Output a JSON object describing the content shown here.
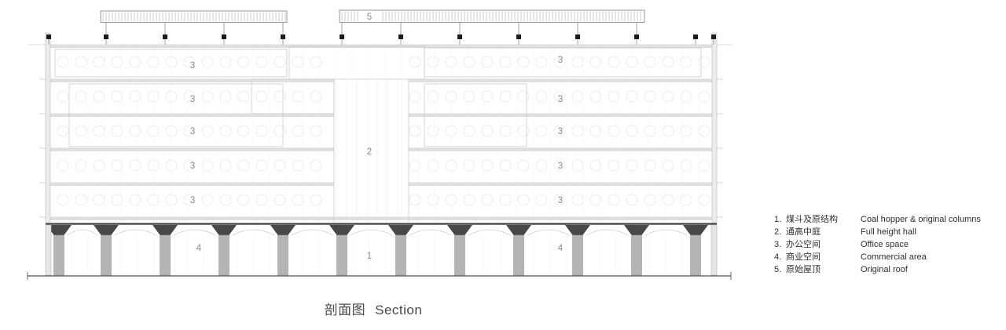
{
  "caption": {
    "zh": "剖面图",
    "en": "Section"
  },
  "legend": {
    "items": [
      {
        "num": "1.",
        "zh": "煤斗及原结构",
        "en": "Coal hopper & original columns"
      },
      {
        "num": "2.",
        "zh": "通高中庭",
        "en": "Full height hall"
      },
      {
        "num": "3.",
        "zh": "办公空间",
        "en": "Office space"
      },
      {
        "num": "4.",
        "zh": "商业空间",
        "en": "Commercial area"
      },
      {
        "num": "5.",
        "zh": "原始屋顶",
        "en": "Original roof"
      }
    ]
  },
  "drawing": {
    "label_hopper": "1",
    "label_atrium": "2",
    "label_office": "3",
    "label_commercial": "4",
    "label_roof": "5"
  },
  "colors": {
    "line_light": "#c9c9c9",
    "column_gray": "#b4b4b4",
    "hopper_dark": "#484848",
    "node_black": "#1c1c1c",
    "label_gray": "#8b8b8b",
    "ground_line": "#4a4a4a"
  }
}
